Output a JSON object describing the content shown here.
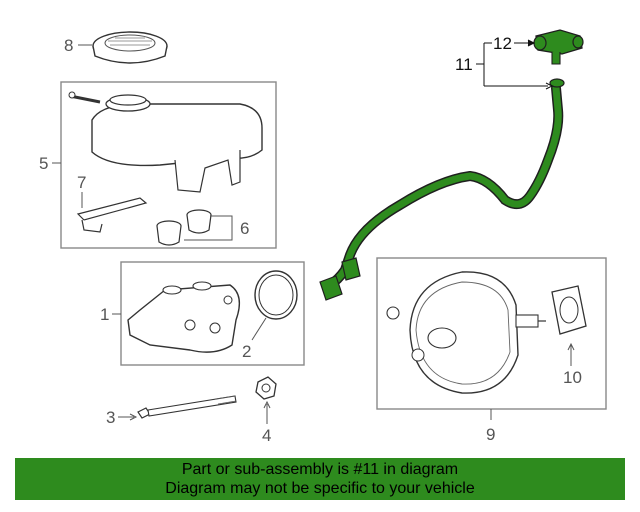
{
  "callouts": {
    "c1": "1",
    "c2": "2",
    "c3": "3",
    "c4": "4",
    "c5": "5",
    "c6": "6",
    "c7": "7",
    "c8": "8",
    "c9": "9",
    "c10": "10",
    "c11": "11",
    "c12": "12"
  },
  "highlight": {
    "part": "11",
    "color": "#2e8b1e"
  },
  "footer": {
    "line1": "Part or sub-assembly is #11 in diagram",
    "line2": "Diagram may not be specific to your vehicle",
    "background": "#2e8b1e"
  }
}
